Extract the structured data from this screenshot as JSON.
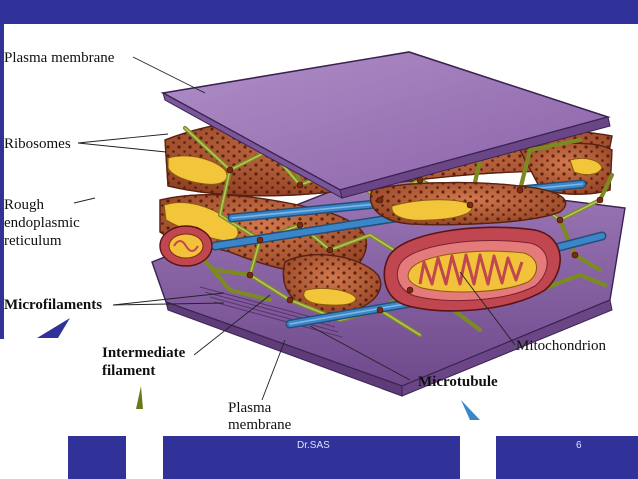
{
  "labels": {
    "plasma_membrane_top": "Plasma membrane",
    "ribosomes": "Ribosomes",
    "rough_er_line1": "Rough",
    "rough_er_line2": "endoplasmic",
    "rough_er_line3": "reticulum",
    "microfilaments": "Microfilaments",
    "intermediate_line1": "Intermediate",
    "intermediate_line2": "filament",
    "mitochondrion": "Mitochondrion",
    "microtubule": "Microtubule",
    "plasma_membrane_bottom_line1": "Plasma",
    "plasma_membrane_bottom_line2": "membrane"
  },
  "footer": {
    "author": "Dr.SAS",
    "slide_number": "6"
  },
  "colors": {
    "frame_blue": "#31319a",
    "membrane_purple": "#9a72b5",
    "er_brown": "#b05a35",
    "filament_green": "#9aa83a",
    "microtubule_blue": "#3a86c8",
    "mitochondrion_red": "#c0474f",
    "cristae_yellow": "#f2c23a"
  }
}
